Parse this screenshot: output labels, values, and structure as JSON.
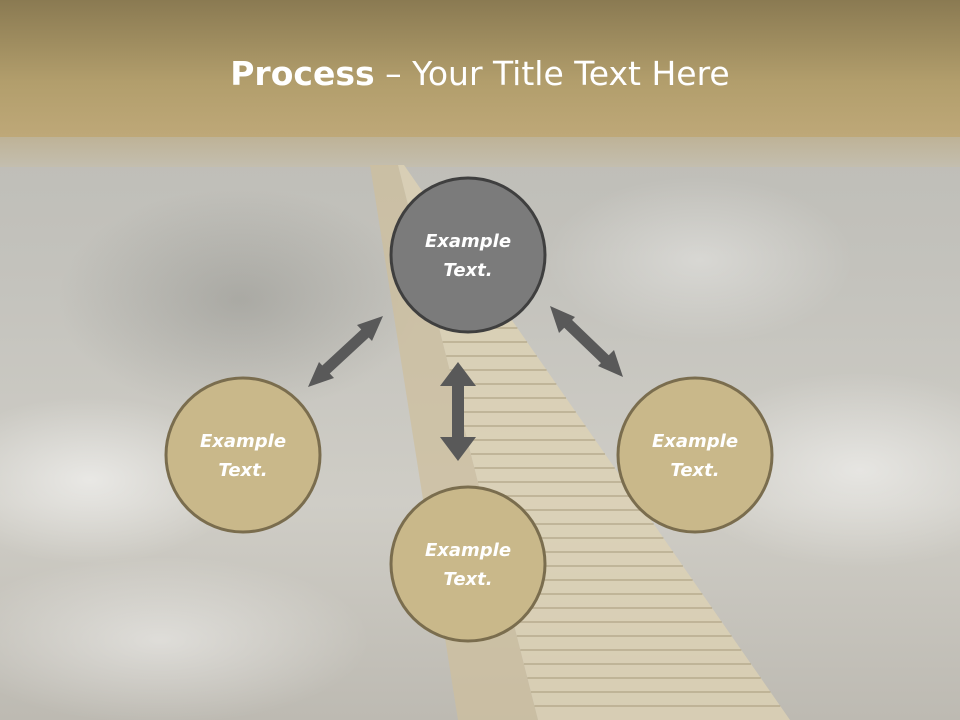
{
  "title": {
    "strong": "Process",
    "rest": " – Your Title Text Here"
  },
  "colors": {
    "header": "#b29e6c",
    "node_dark_fill": "#7b7b7b",
    "node_light_fill": "#c9b88a",
    "node_stroke": "#3f3f3f",
    "node_light_stroke": "#7a6d4e",
    "arrow": "#595959"
  },
  "nodes": [
    {
      "id": "top",
      "line1": "Example",
      "line2": "Text.",
      "style": "dark"
    },
    {
      "id": "left",
      "line1": "Example",
      "line2": "Text.",
      "style": "light"
    },
    {
      "id": "right",
      "line1": "Example",
      "line2": "Text.",
      "style": "light"
    },
    {
      "id": "bottom",
      "line1": "Example",
      "line2": "Text.",
      "style": "light"
    }
  ],
  "connectors": [
    {
      "from": "top",
      "to": "left",
      "type": "double-arrow"
    },
    {
      "from": "top",
      "to": "right",
      "type": "double-arrow"
    },
    {
      "from": "top",
      "to": "bottom",
      "type": "double-arrow"
    }
  ]
}
